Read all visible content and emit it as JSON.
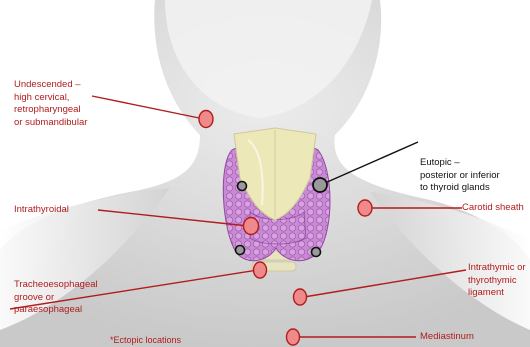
{
  "colors": {
    "ectopic": "#b11c1c",
    "eutopic": "#111111",
    "thyroid": "#c98ad4",
    "cartilage": "#ede8b8",
    "skin": "#dcdcdc",
    "marker_fill": "#f08a8a"
  },
  "labels": {
    "undescended": "Undescended –\nhigh cervical,\nretropharyngeal\nor submandibular",
    "intrathyroidal": "Intrathyroidal",
    "tracheo": "Tracheoesophageal\ngroove or\nparaesophageal",
    "eutopic": "Eutopic –\nposterior or inferior\nto thyroid glands",
    "carotid": "Carotid sheath",
    "intrathymic": "Intrathymic or\nthyrothymic\nligament",
    "mediastinum": "Mediastinum",
    "footnote": "*Ectopic locations"
  }
}
